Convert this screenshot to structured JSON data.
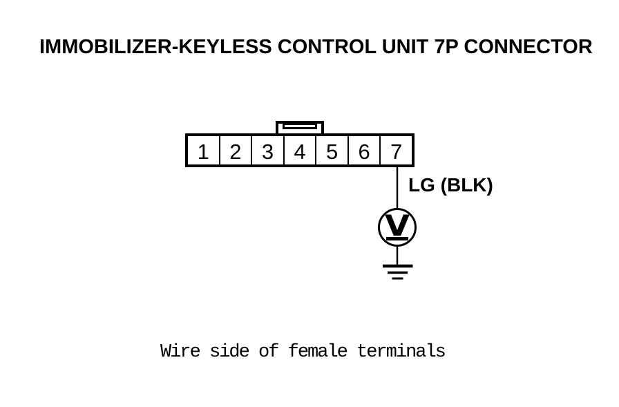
{
  "title": "IMMOBILIZER-KEYLESS CONTROL UNIT 7P CONNECTOR",
  "connector": {
    "pins": [
      "1",
      "2",
      "3",
      "4",
      "5",
      "6",
      "7"
    ],
    "tab_icon": "keying-tab-icon"
  },
  "wire": {
    "label": "LG (BLK)",
    "connected_pin": "7"
  },
  "meter": {
    "symbol": "V",
    "icon": "voltmeter-icon"
  },
  "ground_icon": "chassis-ground-icon",
  "caption": "Wire side of female terminals",
  "colors": {
    "ink": "#000000",
    "background": "#ffffff"
  }
}
